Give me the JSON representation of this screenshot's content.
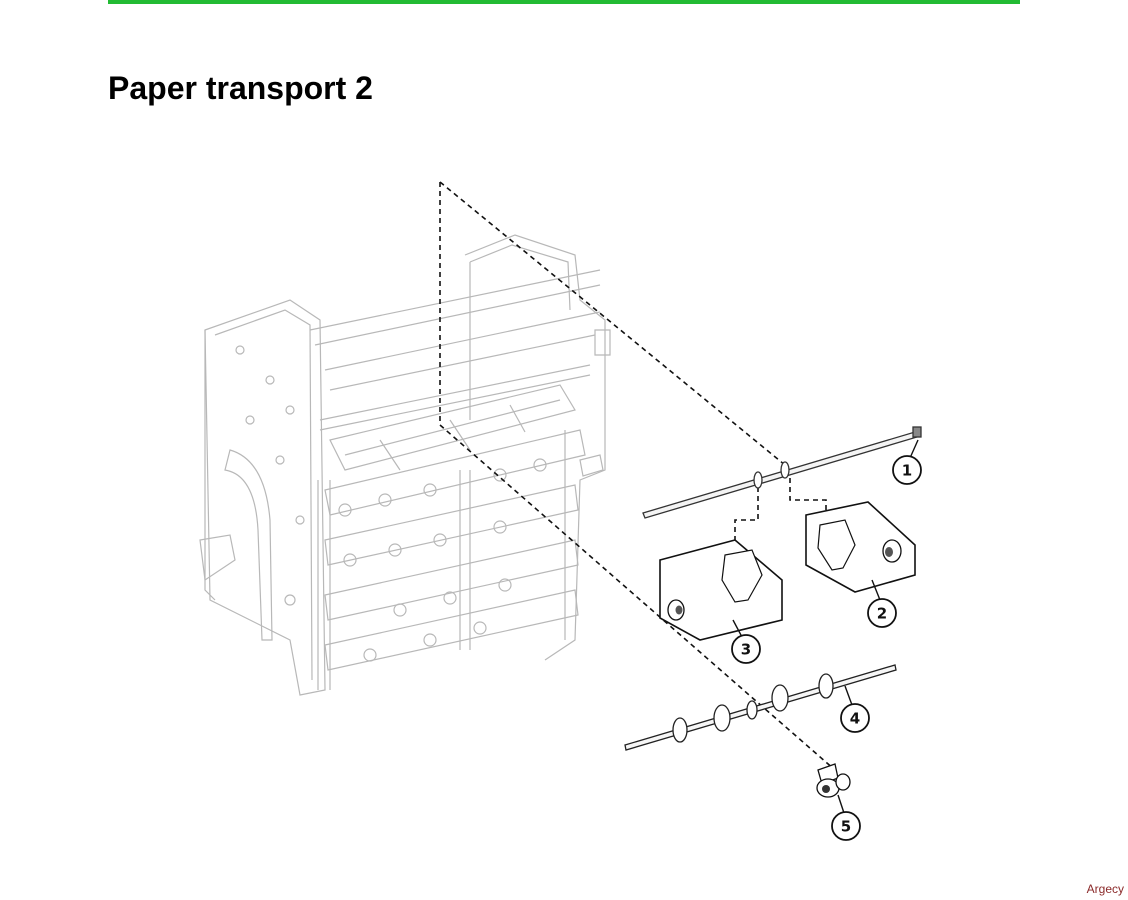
{
  "page": {
    "title": "Paper transport 2",
    "watermark": "Argecy",
    "accent_color": "#22bb33"
  },
  "callouts": [
    {
      "number": "1"
    },
    {
      "number": "2"
    },
    {
      "number": "3"
    },
    {
      "number": "4"
    },
    {
      "number": "5"
    }
  ]
}
